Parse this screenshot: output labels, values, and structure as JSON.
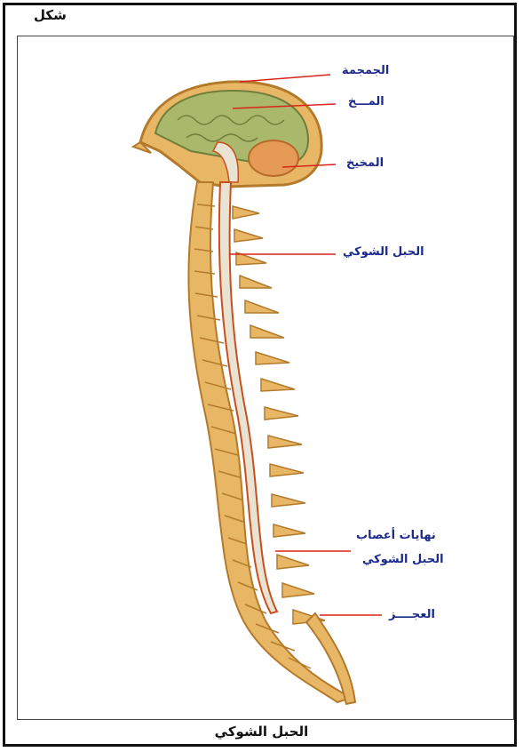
{
  "figure": {
    "header_label": "شكل",
    "caption": "الحبل الشوكي"
  },
  "labels": {
    "skull": "الجمجمة",
    "brain": "المـــخ",
    "cerebellum": "المخيخ",
    "spinal_cord": "الحبل الشوكي",
    "nerve_endings_line1": "نهايات أعصاب",
    "nerve_endings_line2": "الحبل الشوكي",
    "coccyx": "العجــــز"
  },
  "colors": {
    "label_text": "#1b2a8a",
    "leader_line": "#d9241c",
    "bone": "#e8b766",
    "bone_dark": "#b47a2c",
    "brain": "#a9b86a",
    "cord": "#e8e3d2",
    "cord_edge": "#c8501e"
  }
}
